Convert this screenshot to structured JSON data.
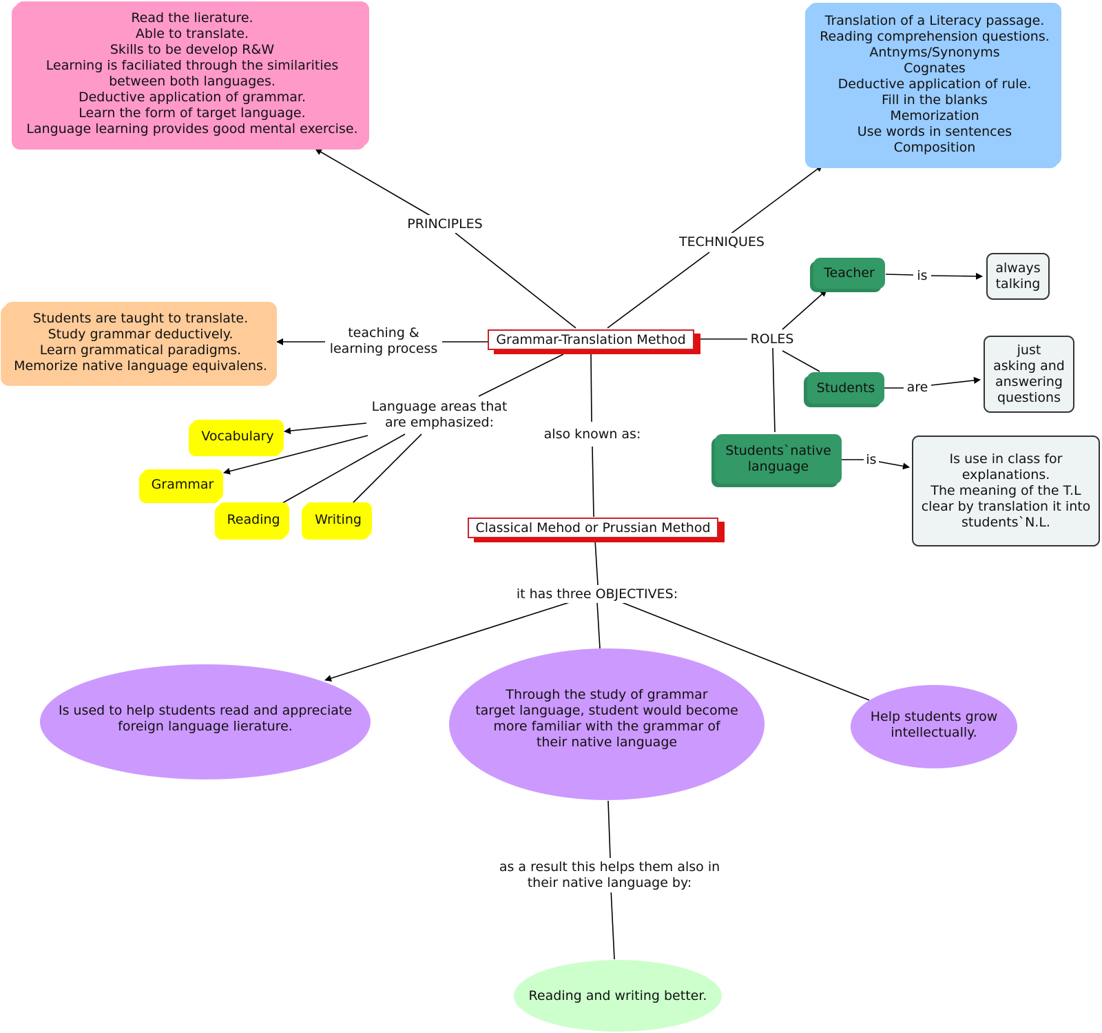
{
  "central": {
    "title": "Grammar-Translation Method",
    "alias": "Classical Mehod or Prussian Method"
  },
  "principles": {
    "label": "PRINCIPLES",
    "text": "Read the lierature.\nAble to translate.\nSkills to be develop R&W\nLearning is faciliated through the similarities\nbetween both languages.\nDeductive application of grammar.\nLearn the form of target language.\nLanguage learning provides good mental exercise."
  },
  "techniques": {
    "label": "TECHNIQUES",
    "text": "Translation of a Literacy passage.\nReading comprehension questions.\nAntnyms/Synonyms\nCognates\nDeductive application of rule.\nFill in the blanks\nMemorization\nUse words in sentences\nComposition"
  },
  "process": {
    "label": "teaching &\nlearning process",
    "text": "Students are taught to translate.\nStudy grammar deductively.\nLearn grammatical paradigms.\nMemorize native language equivalens."
  },
  "areas": {
    "label": "Language areas that\nare emphasized:",
    "items": [
      "Vocabulary",
      "Grammar",
      "Reading",
      "Writing"
    ]
  },
  "aka_label": "also known as:",
  "roles": {
    "label": "ROLES",
    "teacher": {
      "name": "Teacher",
      "link": "is",
      "desc": "always\ntalking"
    },
    "students": {
      "name": "Students",
      "link": "are",
      "desc": "just\nasking and\nanswering\nquestions"
    },
    "native": {
      "name": "Students`native\nlanguage",
      "link": "is",
      "desc": "Is use in class for\nexplanations.\nThe meaning of the T.L\nclear by translation it into\nstudents`N.L."
    }
  },
  "objectives": {
    "label": "it has three OBJECTIVES:",
    "items": [
      "Is used to help students read and appreciate\nforeign language lierature.",
      "Through the study of grammar\ntarget language, student would become\nmore familiar with the grammar of\ntheir native language",
      "Help students grow\nintellectually."
    ]
  },
  "result": {
    "label": "as a result this helps them also in\ntheir native language by:",
    "text": "Reading and writing better."
  },
  "colors": {
    "principles": "#ff99c8",
    "techniques": "#99ccff",
    "process": "#ffcc99",
    "areas": "#ffff00",
    "roles": "#339966",
    "role_desc": "#eef3f4",
    "objectives": "#cc99ff",
    "result": "#ccffcc",
    "central_border": "#e01010"
  }
}
